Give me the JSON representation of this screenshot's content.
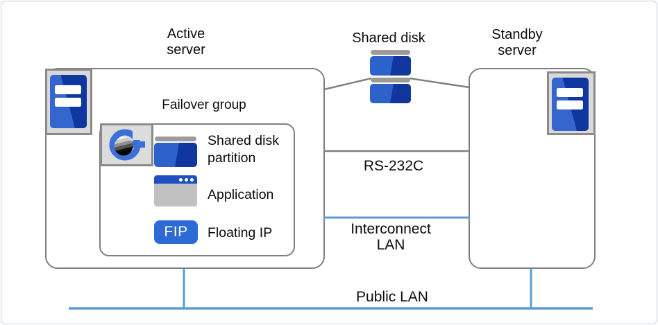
{
  "diagram": {
    "active_server": {
      "label": "Active\nserver"
    },
    "standby_server": {
      "label": "Standby\nserver"
    },
    "shared_disk": {
      "label": "Shared disk"
    },
    "failover_group": {
      "label": "Failover group",
      "resources": [
        {
          "name": "shared-disk-partition",
          "label": "Shared disk\npartition"
        },
        {
          "name": "application",
          "label": "Application"
        },
        {
          "name": "floating-ip",
          "label": "Floating IP",
          "badge": "FIP"
        }
      ]
    },
    "connections": [
      {
        "name": "rs-232c",
        "label": "RS-232C"
      },
      {
        "name": "interconnect-lan",
        "label": "Interconnect\nLAN"
      },
      {
        "name": "public-lan",
        "label": "Public LAN"
      }
    ]
  },
  "colors": {
    "connector_gray": "#808080",
    "lan_blue": "#5b9bd5",
    "box_border": "#7f7f7f",
    "icon_blue": "#3565ce",
    "icon_blue_dark": "#10379f",
    "disk_cap_gray": "#9b9b9b",
    "app_titlebar_blue": "#1d4fc0",
    "app_body_gray": "#c1c1c1",
    "fip_blue": "#2d6ad4",
    "icon_plate_gray": "#d9d9d9"
  }
}
